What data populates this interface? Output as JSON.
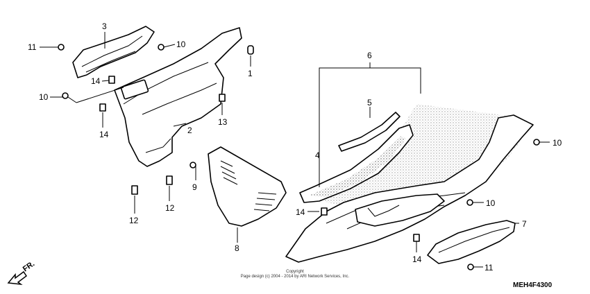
{
  "diagram": {
    "code": "MEH4F4300",
    "copyright_line1": "Copyright",
    "copyright_line2": "Page design (c) 2004 - 2014 by ARI Network Services, Inc.",
    "front_indicator": "FR.",
    "callouts": [
      "1",
      "2",
      "3",
      "4",
      "5",
      "6",
      "7",
      "8",
      "9",
      "10",
      "10",
      "10",
      "10",
      "11",
      "11",
      "12",
      "12",
      "13",
      "14",
      "14",
      "14",
      "14"
    ]
  }
}
